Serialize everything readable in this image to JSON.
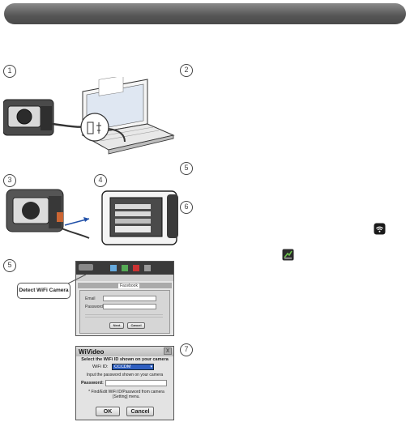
{
  "steps": {
    "s1": "1",
    "s2": "2",
    "s3": "3",
    "s4": "4",
    "s5": "5",
    "s6": "6",
    "s7": "7"
  },
  "callout": {
    "label": "Detect WiFi Camera"
  },
  "dialog": {
    "title": "WiVideo",
    "close": "X",
    "instruction": "Select the WiFi ID shown on your camera",
    "wifi_id_label": "WiFi ID:",
    "wifi_id_value": "CCCDM",
    "password_instruction": "Input the password shown on your camera",
    "password_label": "Password:",
    "password_value": "",
    "note": "* Find/Edit WiFi ID/Password from camera [Setting] menu.",
    "ok": "OK",
    "cancel": "Cancel"
  },
  "app_window": {
    "tab_facebook": "Facebook",
    "email_label": "Email",
    "password_label": "Password",
    "btn_1": "Next",
    "btn_2": "Cancel"
  },
  "colors": {
    "header": "#5a5a5a",
    "accent": "#2f5fc0",
    "wifi_badge": "#1a1a1a",
    "app_badge": "#3a7a2a"
  },
  "icons": {
    "wifi": "wifi-icon",
    "app": "app-icon",
    "usb": "usb-icon"
  }
}
